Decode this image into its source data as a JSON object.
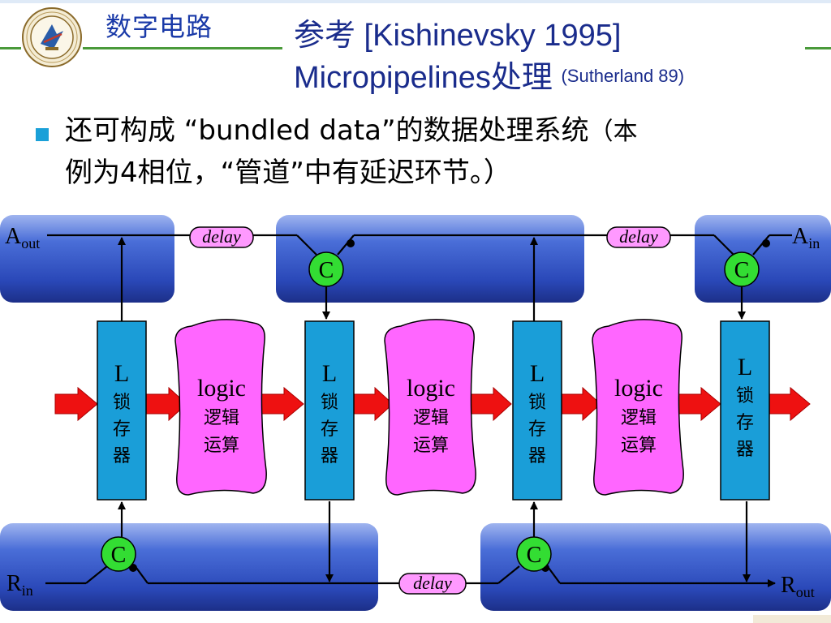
{
  "header": {
    "course_title": "数字电路",
    "title_line1": "参考 [Kishinevsky 1995]",
    "title_line2": "Micropipelines处理",
    "title_ref": "(Sutherland 89)"
  },
  "bullet": {
    "text_main": "还可构成 “bundled data”的数据处理系统",
    "text_paren_start": "（本",
    "text_line2": "例为4相位，“管道”中有延迟环节。）"
  },
  "diagram": {
    "signals": {
      "a_out": "A",
      "a_out_sub": "out",
      "a_in": "A",
      "a_in_sub": "in",
      "r_in": "R",
      "r_in_sub": "in",
      "r_out": "R",
      "r_out_sub": "out"
    },
    "delay_label": "delay",
    "c_label": "C",
    "latches": [
      {
        "l": "L",
        "cn": [
          "锁",
          "存",
          "器"
        ]
      },
      {
        "l": "L",
        "cn": [
          "锁",
          "存",
          "器"
        ]
      },
      {
        "l": "L",
        "cn": [
          "锁",
          "存",
          "器"
        ]
      },
      {
        "l": "L",
        "cn": [
          "锁",
          "存",
          "器"
        ]
      }
    ],
    "logic_blocks": [
      {
        "en": "logic",
        "cn1": "逻辑",
        "cn2": "运算"
      },
      {
        "en": "logic",
        "cn1": "逻辑",
        "cn2": "运算"
      },
      {
        "en": "logic",
        "cn1": "逻辑",
        "cn2": "运算"
      }
    ],
    "colors": {
      "channel_blue": "#3a5fd0",
      "latch_teal": "#1a9ed8",
      "logic_magenta": "#ff66ff",
      "c_element_green": "#33dd33",
      "arrow_red": "#ee1111",
      "delay_fill": "#ff99ff"
    }
  }
}
